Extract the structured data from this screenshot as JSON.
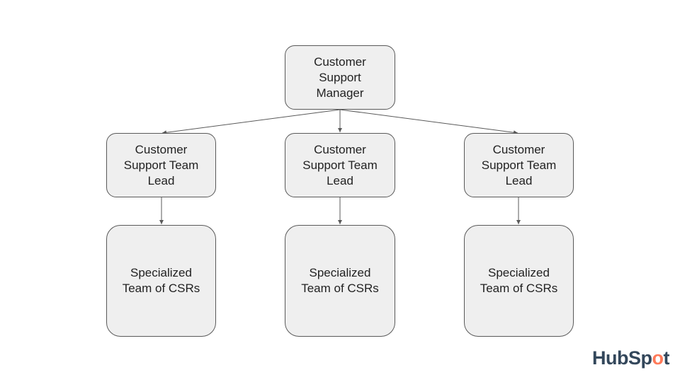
{
  "diagram": {
    "manager": {
      "label": "Customer\nSupport\nManager"
    },
    "leads": [
      {
        "label": "Customer\nSupport Team\nLead"
      },
      {
        "label": "Customer\nSupport Team\nLead"
      },
      {
        "label": "Customer\nSupport Team\nLead"
      }
    ],
    "teams": [
      {
        "label": "Specialized\nTeam of CSRs"
      },
      {
        "label": "Specialized\nTeam of CSRs"
      },
      {
        "label": "Specialized\nTeam of CSRs"
      }
    ]
  },
  "logo": {
    "text_before": "HubSp",
    "text_o": "o",
    "text_after": "t",
    "accent": "#ff7a59",
    "color": "#33475b"
  }
}
